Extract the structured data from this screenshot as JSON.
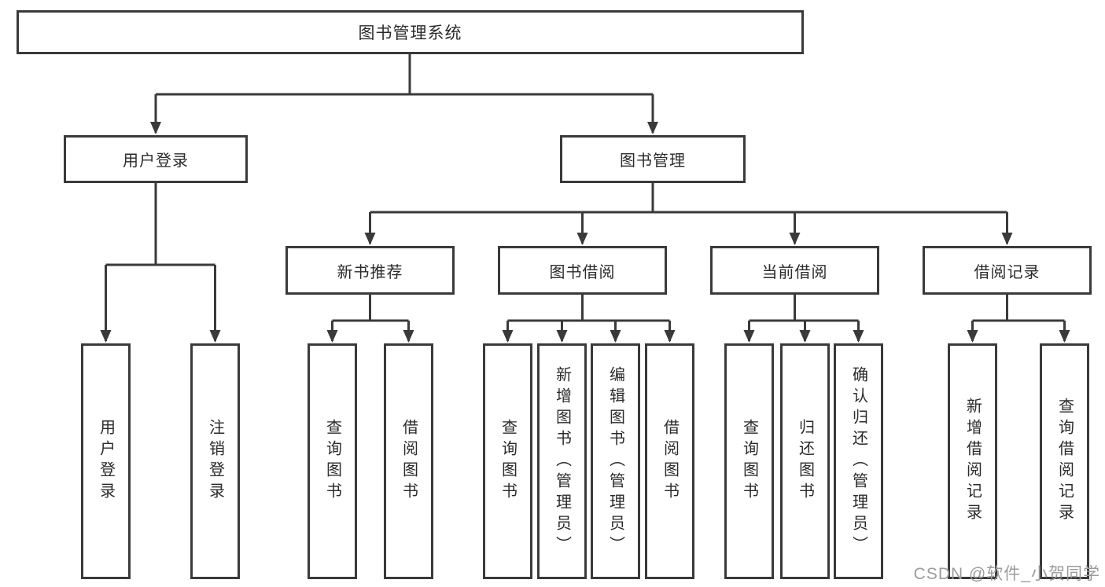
{
  "tree": {
    "label": "图书管理系统",
    "children": [
      {
        "label": "用户登录",
        "children": [
          {
            "label": "用户登录"
          },
          {
            "label": "注销登录"
          }
        ]
      },
      {
        "label": "图书管理",
        "children": [
          {
            "label": "新书推荐",
            "children": [
              {
                "label": "查询图书"
              },
              {
                "label": "借阅图书"
              }
            ]
          },
          {
            "label": "图书借阅",
            "children": [
              {
                "label": "查询图书"
              },
              {
                "label": "新增图书（管理员）"
              },
              {
                "label": "编辑图书（管理员）"
              },
              {
                "label": "借阅图书"
              }
            ]
          },
          {
            "label": "当前借阅",
            "children": [
              {
                "label": "查询图书"
              },
              {
                "label": "归还图书"
              },
              {
                "label": "确认归还（管理员）"
              }
            ]
          },
          {
            "label": "借阅记录",
            "children": [
              {
                "label": "新增借阅记录"
              },
              {
                "label": "查询借阅记录"
              }
            ]
          }
        ]
      }
    ]
  },
  "watermark": "CSDN @软件_小贺同学",
  "colors": {
    "line": "#3a3a3a",
    "text": "#2b2b2b",
    "watermark": "#9b9b9b",
    "background": "#ffffff"
  }
}
